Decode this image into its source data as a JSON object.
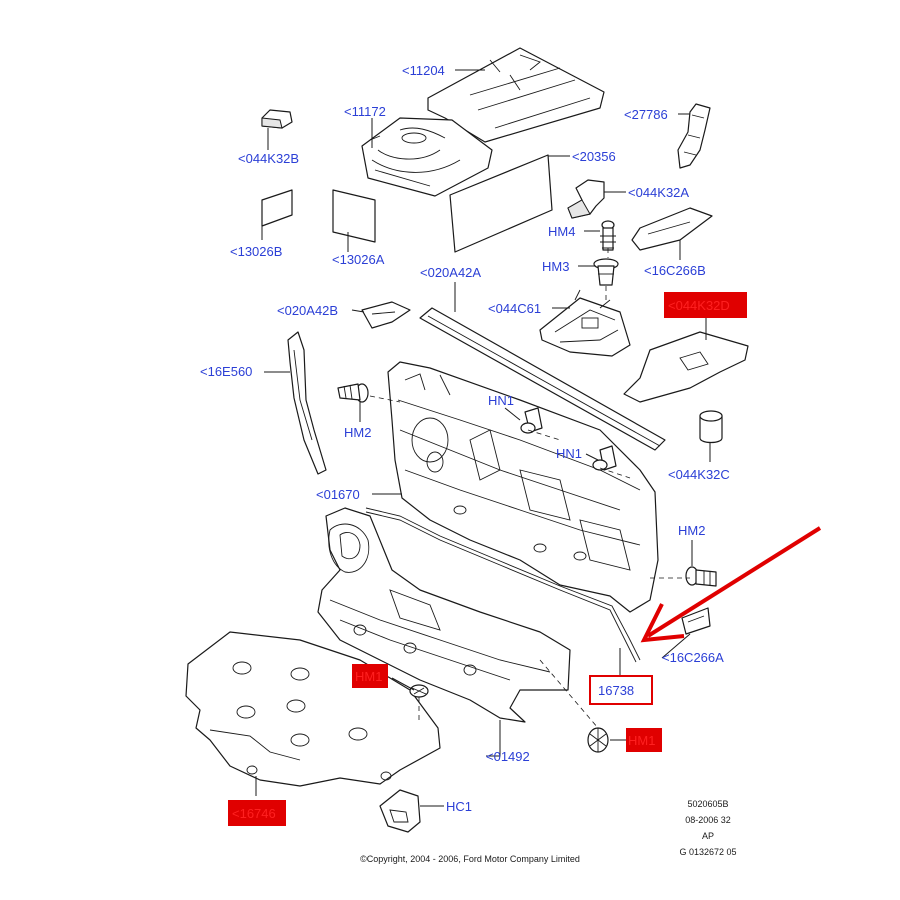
{
  "labels": {
    "p11204": "<11204",
    "p11172": "<11172",
    "p27786": "<27786",
    "p044k32b": "<044K32B",
    "p20356": "<20356",
    "p044k32a": "<044K32A",
    "p13026b": "<13026B",
    "p13026a": "<13026A",
    "hm4": "HM4",
    "p16c266b": "<16C266B",
    "hm3": "HM3",
    "p020a42a": "<020A42A",
    "p020a42b": "<020A42B",
    "p044c61": "<044C61",
    "p044k32d": "<044K32D",
    "p16e560": "<16E560",
    "hn1_top": "HN1",
    "hm2_left": "HM2",
    "hn1_mid": "HN1",
    "p044k32c": "<044K32C",
    "p01670": "<01670",
    "hm2_right": "HM2",
    "p16c266a": "<16C266A",
    "hm1_left": "HM1",
    "p16738": "16738",
    "hm1_right": "HM1",
    "p01492": "<01492",
    "p16746": "<16746",
    "hc1": "HC1"
  },
  "meta": {
    "code1": "5020605B",
    "code2": "08-2006 32",
    "code3": "AP",
    "code4": "G 0132672 05"
  },
  "copyright": "©Copyright, 2004 - 2006, Ford Motor Company Limited",
  "colors": {
    "label": "#2b3fd6",
    "highlight": "#e00000"
  }
}
